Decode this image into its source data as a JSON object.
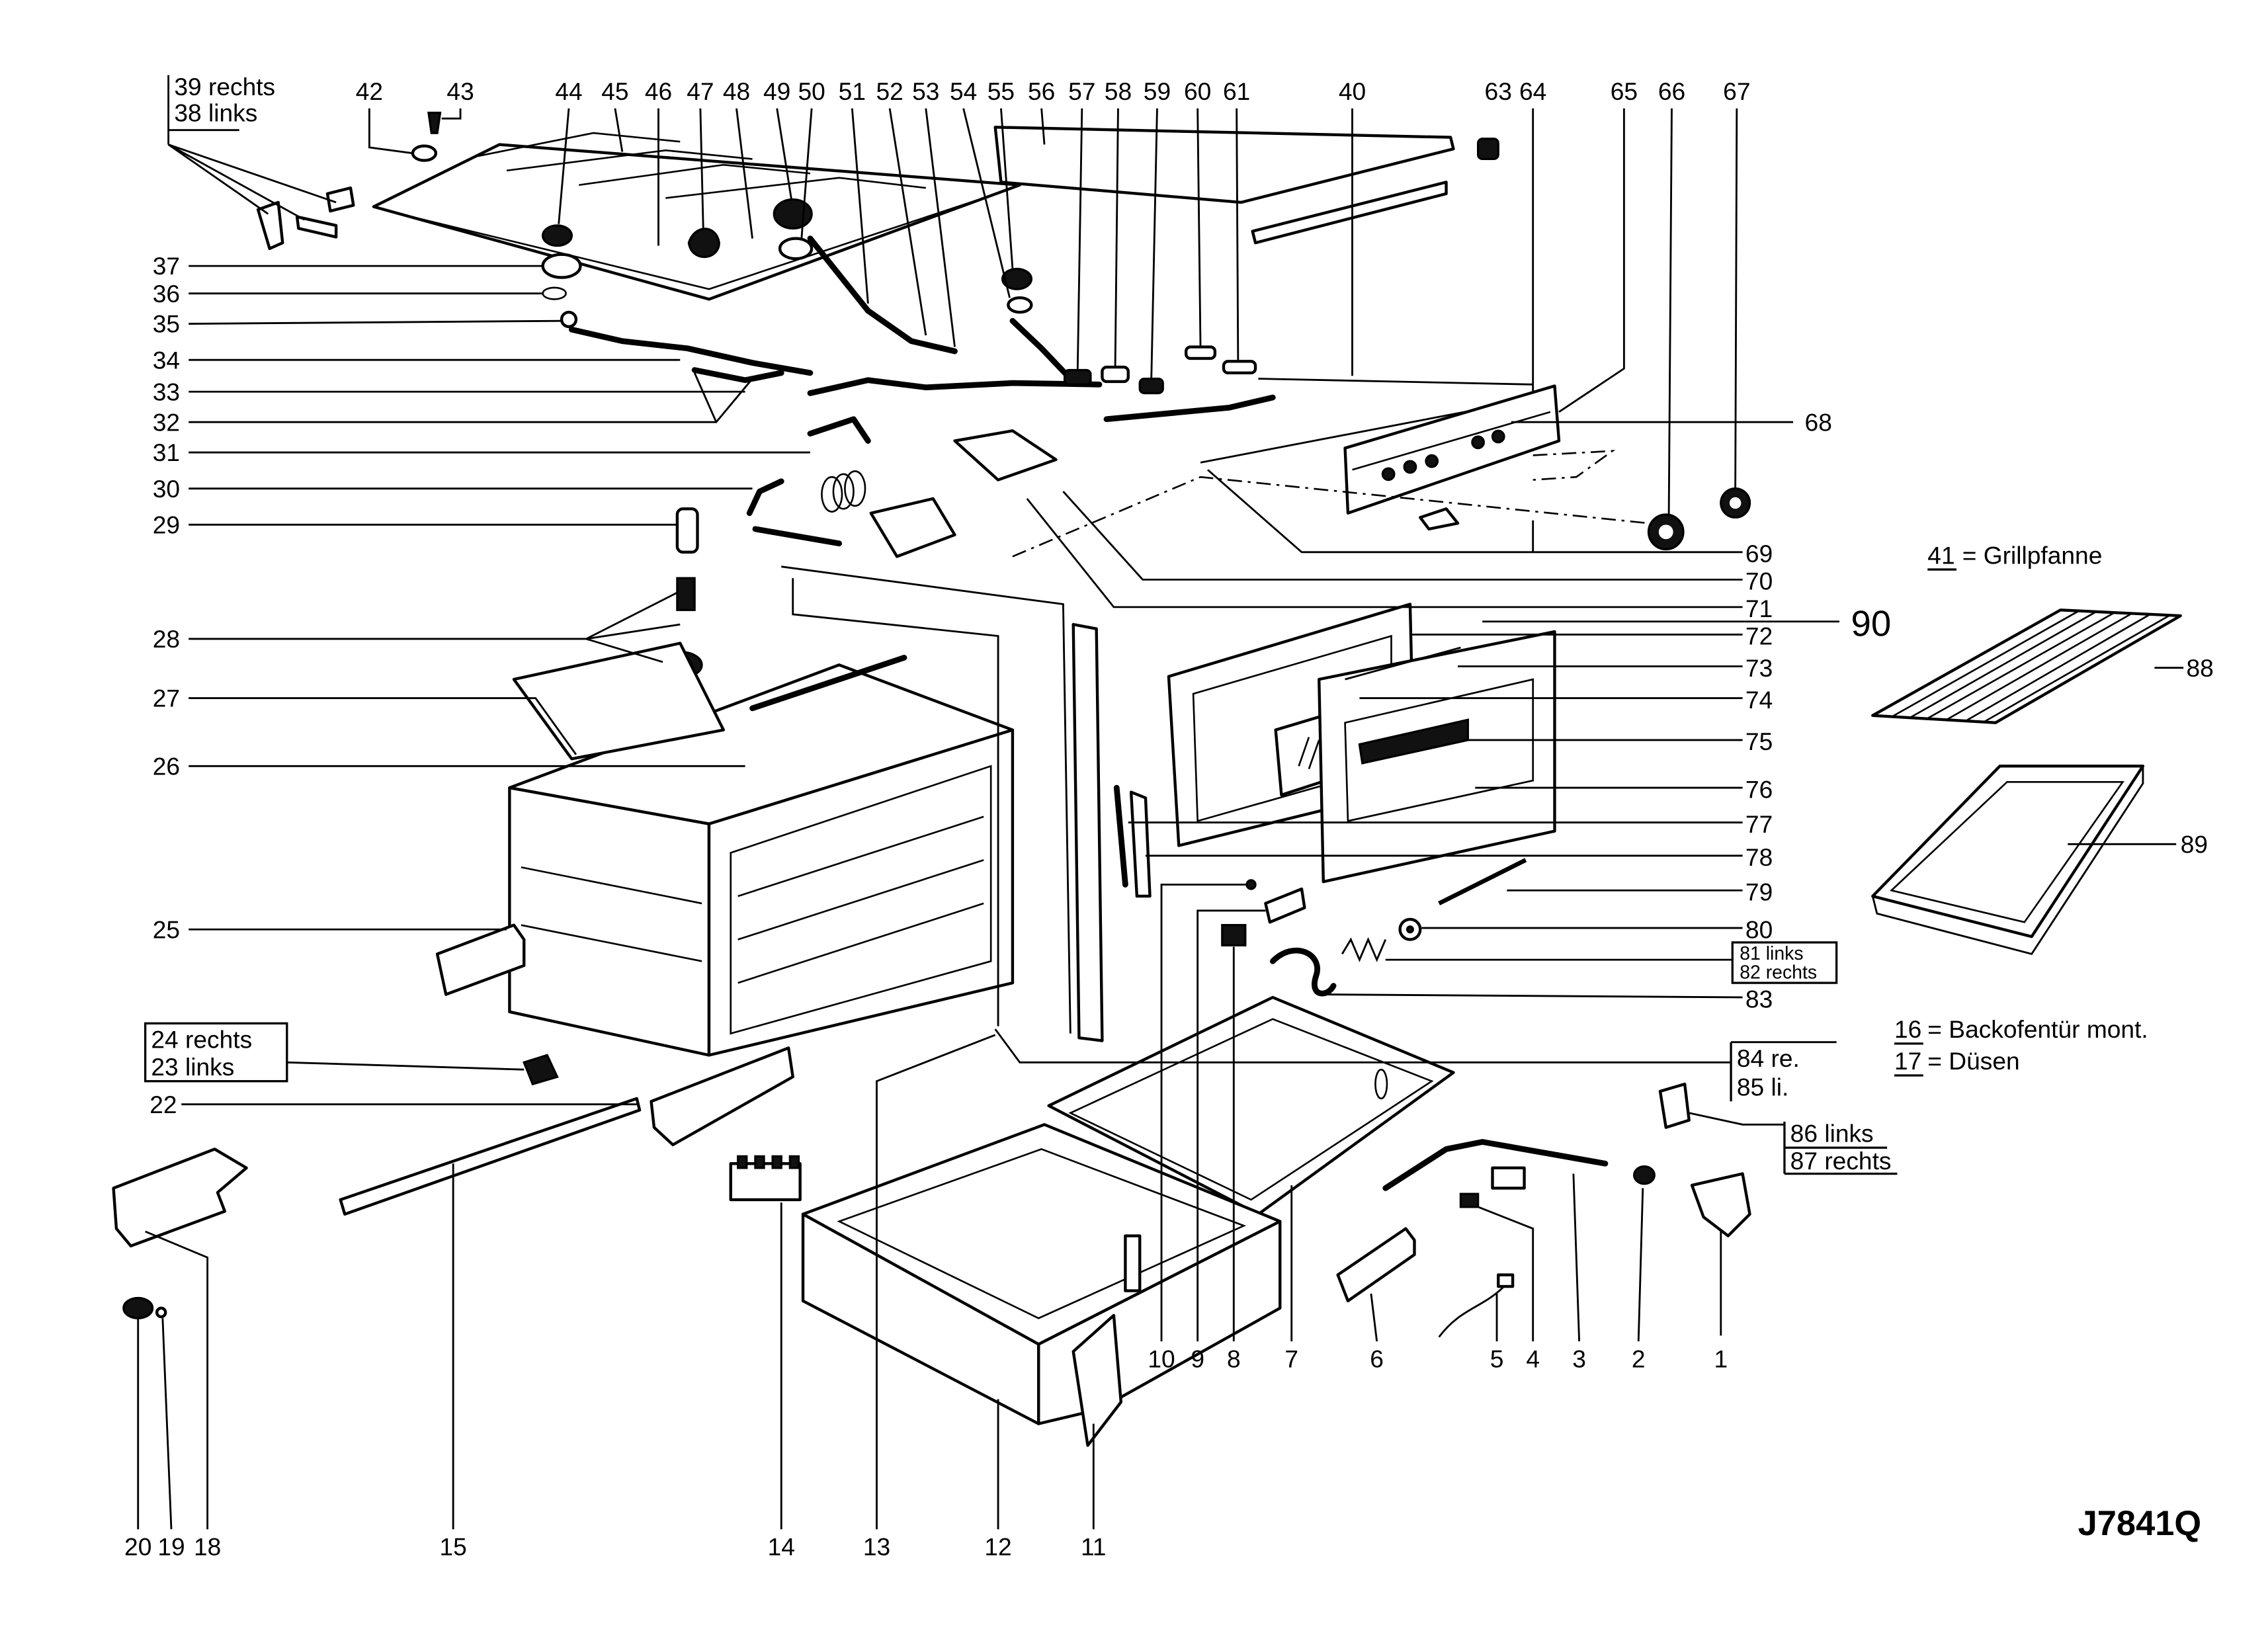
{
  "diagram_code": "J7841Q",
  "colors": {
    "ink": "#000000",
    "paper": "#ffffff"
  },
  "callouts": {
    "n1": "1",
    "n2": "2",
    "n3": "3",
    "n4": "4",
    "n5": "5",
    "n6": "6",
    "n7": "7",
    "n8": "8",
    "n9": "9",
    "n10": "10",
    "n11": "11",
    "n12": "12",
    "n13": "13",
    "n14": "14",
    "n15": "15",
    "n18": "18",
    "n19": "19",
    "n20": "20",
    "n22": "22",
    "n25": "25",
    "n26": "26",
    "n27": "27",
    "n28": "28",
    "n29": "29",
    "n30": "30",
    "n31": "31",
    "n32": "32",
    "n33": "33",
    "n34": "34",
    "n35": "35",
    "n36": "36",
    "n37": "37",
    "n40": "40",
    "n42": "42",
    "n43": "43",
    "n44": "44",
    "n45": "45",
    "n46": "46",
    "n47": "47",
    "n48": "48",
    "n49": "49",
    "n50": "50",
    "n51": "51",
    "n52": "52",
    "n53": "53",
    "n54": "54",
    "n55": "55",
    "n56": "56",
    "n57": "57",
    "n58": "58",
    "n59": "59",
    "n60": "60",
    "n61": "61",
    "n63": "63",
    "n64": "64",
    "n65": "65",
    "n66": "66",
    "n67": "67",
    "n68": "68",
    "n69": "69",
    "n70": "70",
    "n71": "71",
    "n72": "72",
    "n73": "73",
    "n74": "74",
    "n75": "75",
    "n76": "76",
    "n77": "77",
    "n78": "78",
    "n79": "79",
    "n80": "80",
    "n83": "83",
    "n88": "88",
    "n89": "89",
    "n90": "90"
  },
  "variant_labels": {
    "l39": "39 rechts",
    "l38": "38 links",
    "l24": "24 rechts",
    "l23": "23 links",
    "l81": "81 links",
    "l82": "82 rechts",
    "l84": "84 re.",
    "l85": "85 li.",
    "l86": "86 links",
    "l87": "87 rechts"
  },
  "legend": [
    {
      "num": "41",
      "text": "= Grillpfanne"
    },
    {
      "num": "16",
      "text": "= Backofentür  mont."
    },
    {
      "num": "17",
      "text": "= Düsen"
    }
  ]
}
